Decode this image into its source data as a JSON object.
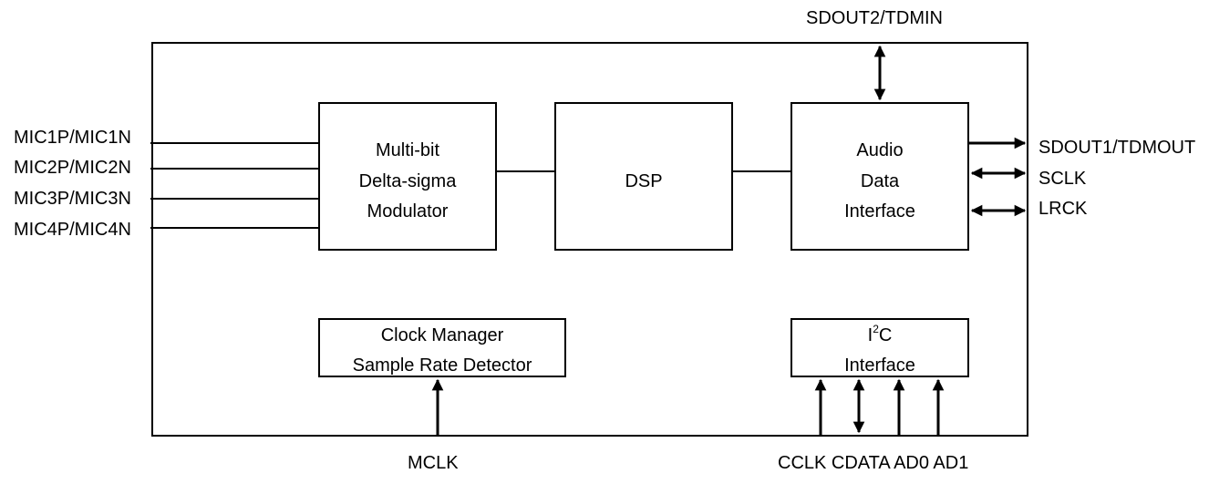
{
  "top_pin": "SDOUT2/TDMIN",
  "left_pins": [
    "MIC1P/MIC1N",
    "MIC2P/MIC2N",
    "MIC3P/MIC3N",
    "MIC4P/MIC4N"
  ],
  "right_pins": [
    "SDOUT1/TDMOUT",
    "SCLK",
    "LRCK"
  ],
  "bottom_pins": {
    "mclk": "MCLK",
    "control": "CCLK CDATA AD0 AD1"
  },
  "blocks": {
    "modulator": {
      "line1": "Multi-bit",
      "line2": "Delta-sigma",
      "line3": "Modulator"
    },
    "dsp": {
      "label": "DSP"
    },
    "audio_interface": {
      "line1": "Audio",
      "line2": "Data",
      "line3": "Interface"
    },
    "clock_manager": {
      "line1": "Clock Manager",
      "line2": "Sample Rate Detector"
    },
    "i2c": {
      "base1": "I",
      "sup": "2",
      "base2": "C",
      "line2": "Interface"
    }
  }
}
